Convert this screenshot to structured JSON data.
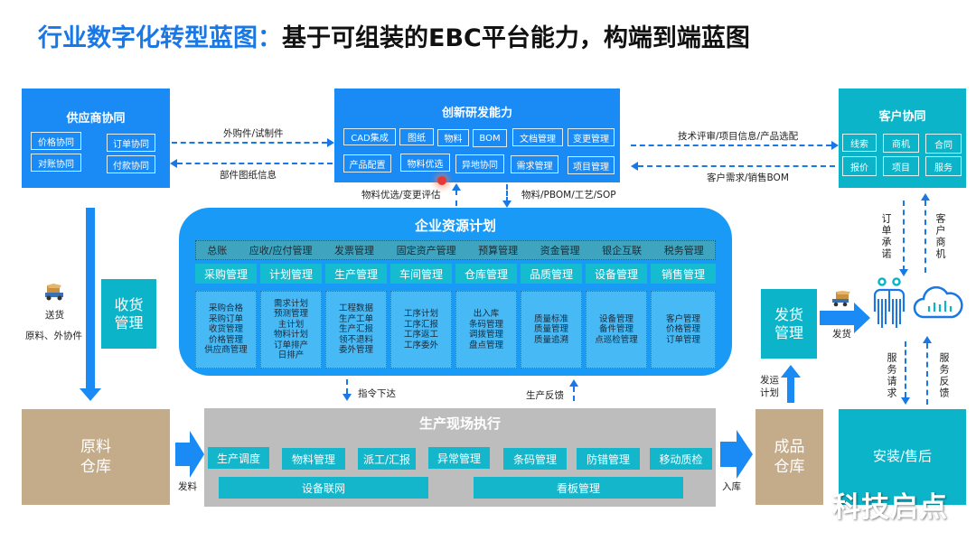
{
  "title": {
    "highlight": "行业数字化转型蓝图：",
    "rest": "基于可组装的EBC平台能力，构端到端蓝图"
  },
  "supplier": {
    "title": "供应商协同",
    "chips": [
      "价格协同",
      "订单协同",
      "对账协同",
      "付款协同"
    ]
  },
  "rnd": {
    "title": "创新研发能力",
    "row1": [
      "CAD集成",
      "图纸",
      "物料",
      "BOM",
      "文档管理",
      "变更管理"
    ],
    "row2": [
      "产品配置",
      "物料优选",
      "异地协同",
      "需求管理",
      "项目管理"
    ]
  },
  "customer": {
    "title": "客户协同",
    "chips": [
      "线索",
      "商机",
      "合同",
      "报价",
      "项目",
      "服务"
    ]
  },
  "flows": {
    "supplier_to_rnd": "外购件/试制件",
    "rnd_to_supplier": "部件图纸信息",
    "rnd_to_customer": "技术评审/项目信息/产品选配",
    "customer_to_rnd": "客户需求/销售BOM",
    "erp_to_rnd": "物料优选/变更评估",
    "rnd_to_erp": "物料/PBOM/工艺/SOP",
    "order_commit": "订单承诺",
    "customer_opportunity": "客户商机",
    "service_request": "服务请求",
    "service_feedback": "服务反馈",
    "instruction": "指令下达",
    "production_feedback": "生产反馈",
    "delivery": "送货",
    "delivery_items": "原料、外协件",
    "issue_material": "发料",
    "warehousing": "入库",
    "ship": "发货",
    "ship_plan": "发运计划"
  },
  "erp": {
    "title": "企业资源计划",
    "finance": [
      "总账",
      "应收/应付管理",
      "发票管理",
      "固定资产管理",
      "预算管理",
      "资金管理",
      "银企互联",
      "税务管理"
    ],
    "modules": [
      {
        "name": "采购管理",
        "items": [
          "采购合格",
          "采购订单",
          "收货管理",
          "价格管理",
          "供应商管理"
        ]
      },
      {
        "name": "计划管理",
        "items": [
          "需求计划",
          "预测管理",
          "主计划",
          "物料计划",
          "订单排产",
          "日排产"
        ]
      },
      {
        "name": "生产管理",
        "items": [
          "工程数据",
          "生产工单",
          "生产汇报",
          "领不退料",
          "委外管理"
        ]
      },
      {
        "name": "车间管理",
        "items": [
          "工序计划",
          "工序汇报",
          "工序返工",
          "工序委外"
        ]
      },
      {
        "name": "仓库管理",
        "items": [
          "出入库",
          "条码管理",
          "调拨管理",
          "盘点管理"
        ]
      },
      {
        "name": "品质管理",
        "items": [
          "质量标准",
          "质量管理",
          "质量追溯"
        ]
      },
      {
        "name": "设备管理",
        "items": [
          "设备管理",
          "备件管理",
          "点巡检管理"
        ]
      },
      {
        "name": "销售管理",
        "items": [
          "客户管理",
          "价格管理",
          "订单管理"
        ]
      }
    ]
  },
  "receiving": {
    "line1": "收货",
    "line2": "管理"
  },
  "shipping": {
    "line1": "发货",
    "line2": "管理"
  },
  "raw_warehouse": {
    "line1": "原料",
    "line2": "仓库"
  },
  "finished_warehouse": {
    "line1": "成品",
    "line2": "仓库"
  },
  "after_sales": {
    "label": "安装/售后"
  },
  "production": {
    "title": "生产现场执行",
    "row1": [
      "生产调度",
      "物料管理",
      "派工/汇报",
      "异常管理",
      "条码管理",
      "防错管理",
      "移动质检"
    ],
    "row2": [
      "设备联网",
      "看板管理"
    ]
  },
  "watermark": "科技启点",
  "colors": {
    "blue": "#1a8af5",
    "teal": "#0bb4c8",
    "tan": "#c4ab8a",
    "title_blue": "#1a78e6"
  }
}
